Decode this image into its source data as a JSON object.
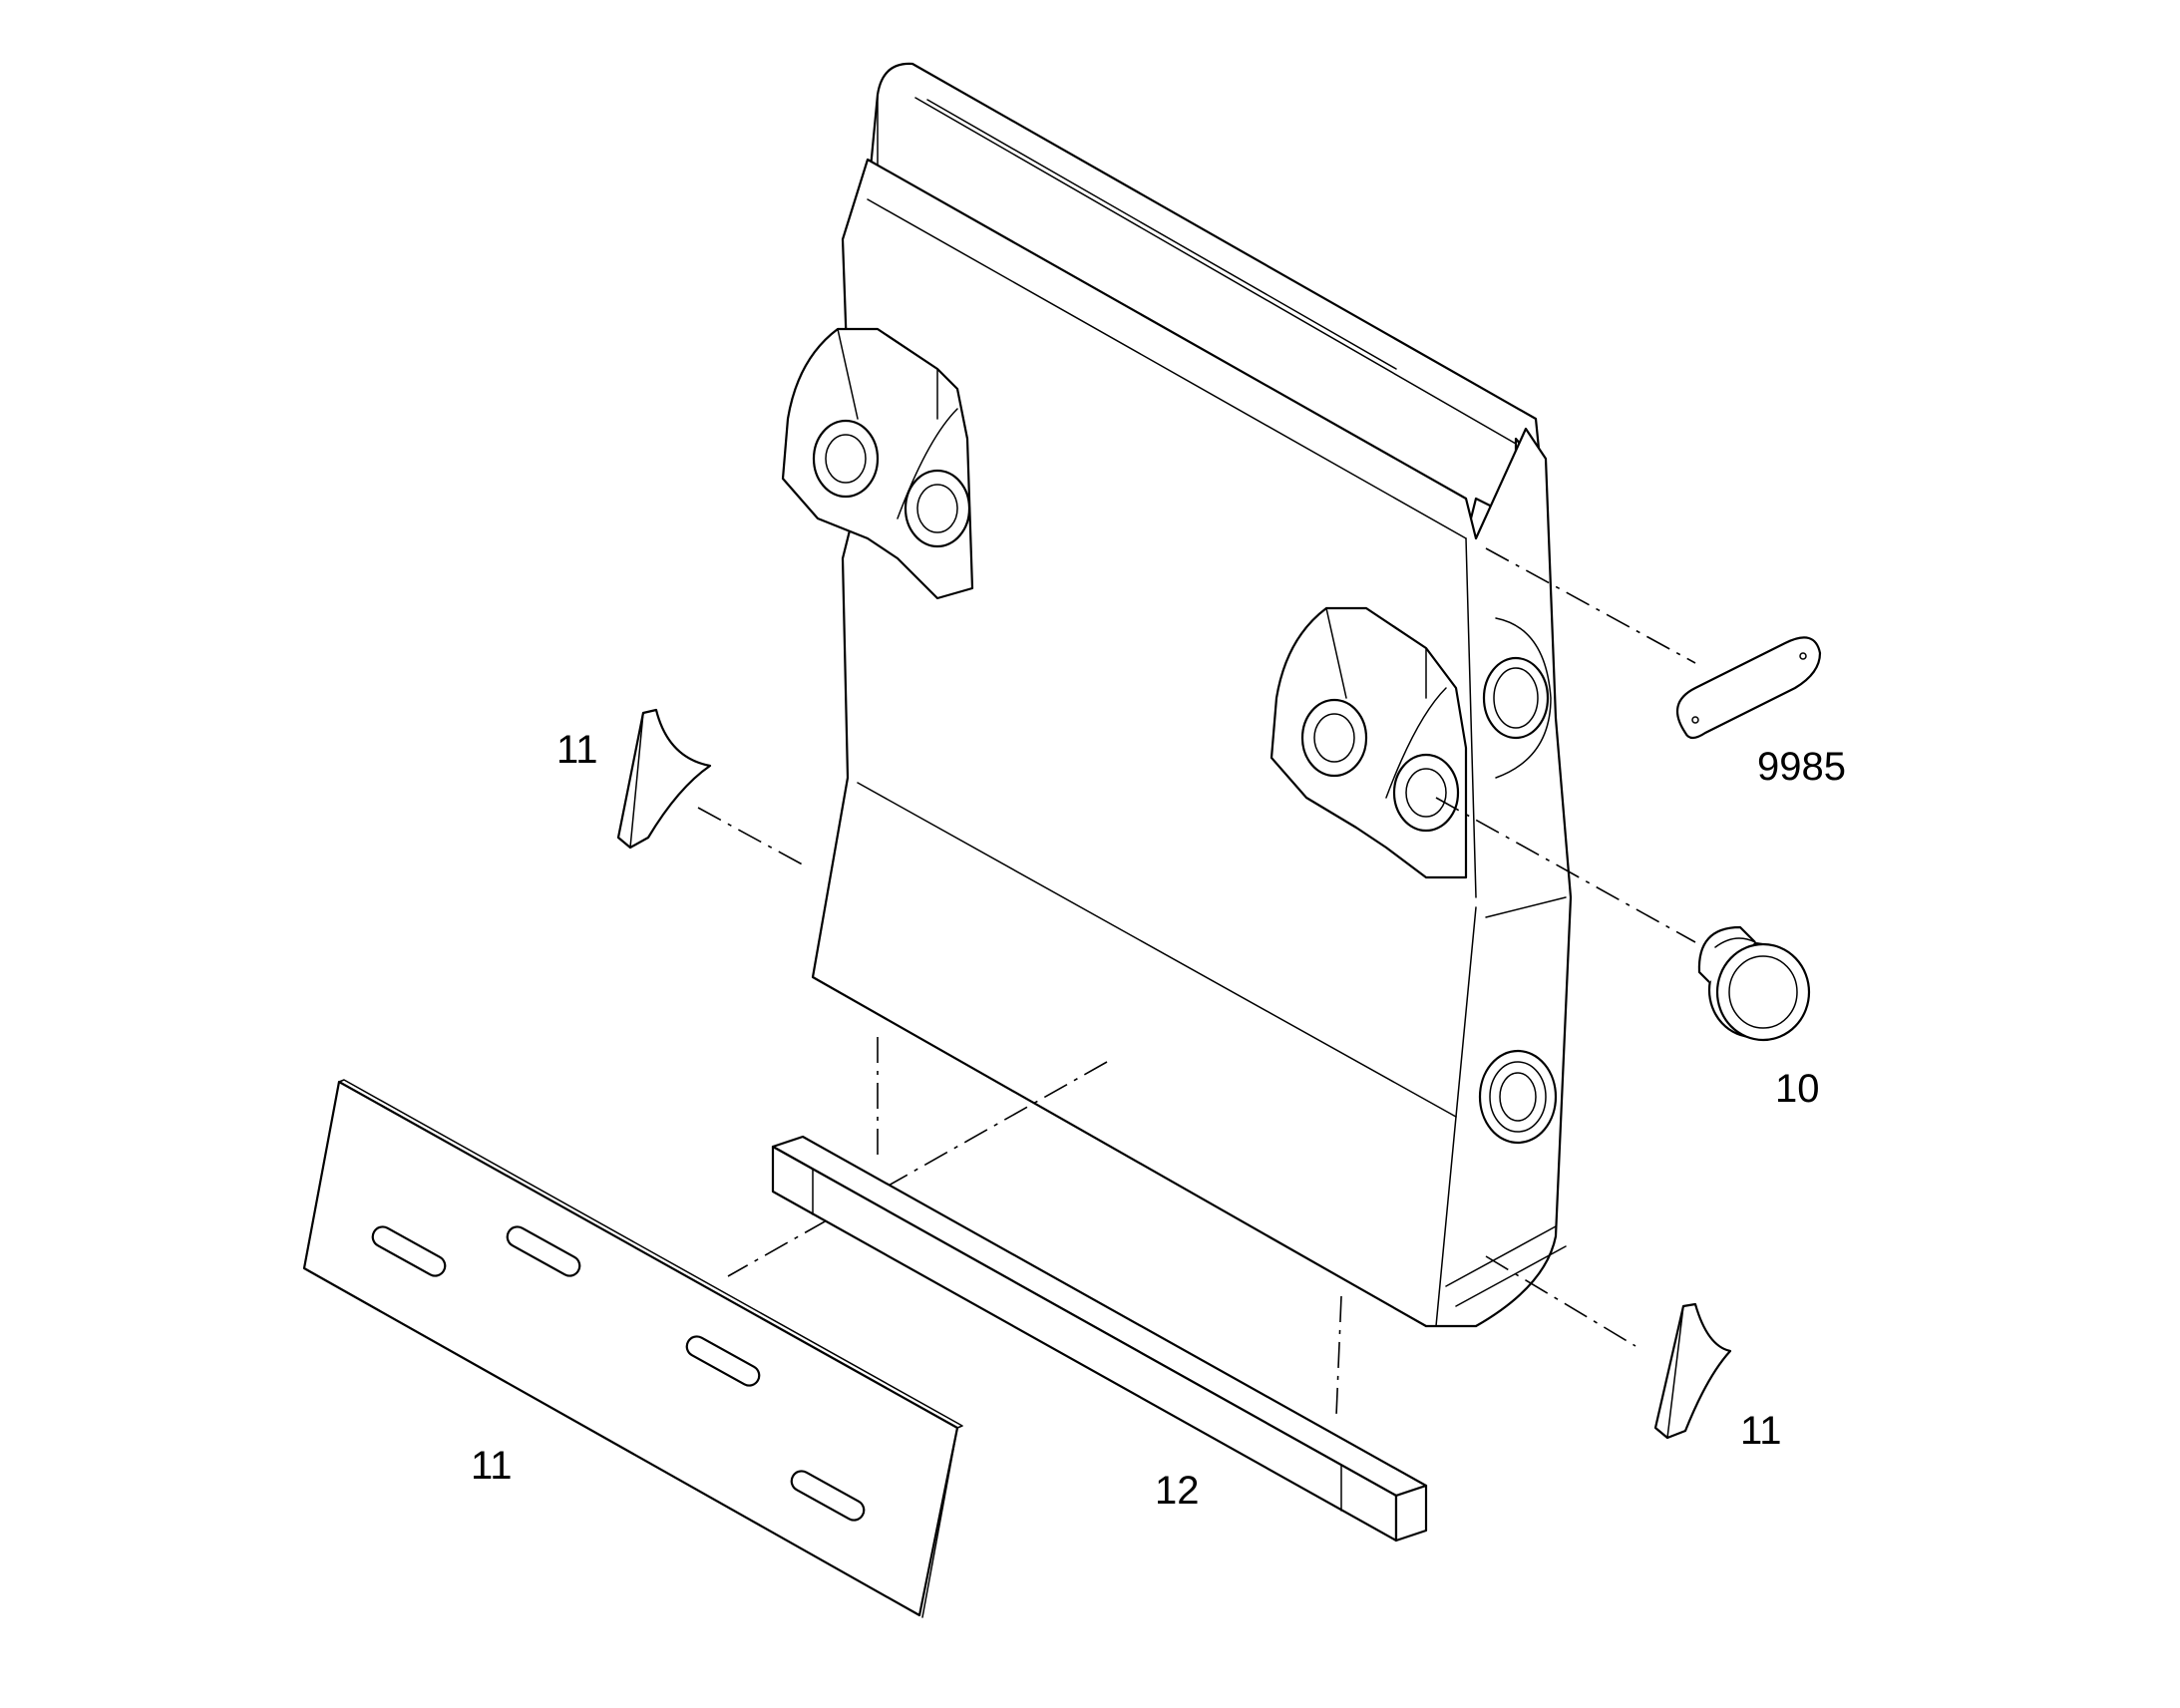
{
  "labels": {
    "part_11_top_left": "11",
    "part_9985": "9985",
    "part_10": "10",
    "part_11_bottom_right": "11",
    "part_11_plate": "11",
    "part_12": "12"
  }
}
